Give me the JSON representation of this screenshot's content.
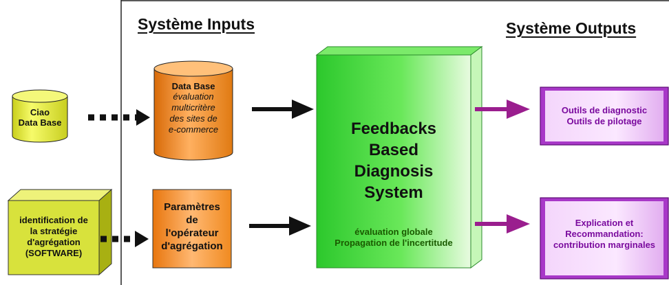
{
  "headings": {
    "inputs": "Système Inputs",
    "outputs": "Système Outputs"
  },
  "nodes": {
    "ciao_db": {
      "lines": [
        "Ciao",
        "Data Base"
      ]
    },
    "data_base": {
      "title": "Data Base",
      "lines": [
        "évaluation",
        "multicritère",
        "des sites de",
        "e-commerce"
      ]
    },
    "software": {
      "lines": [
        "identification de",
        "la stratégie",
        "d'agrégation",
        "(SOFTWARE)"
      ]
    },
    "parametres": {
      "lines": [
        "Paramètres",
        "de",
        "l'opérateur",
        "d'agrégation"
      ]
    },
    "fbds": {
      "lines": [
        "Feedbacks",
        "Based",
        "Diagnosis",
        "System"
      ],
      "sub": [
        "évaluation globale",
        "Propagation de l'incertitude"
      ]
    },
    "outils": {
      "lines": [
        "Outils de diagnostic",
        "Outils de pilotage"
      ]
    },
    "explication": {
      "lines": [
        "Explication et",
        "Recommandation:",
        "contribution marginales"
      ]
    }
  },
  "colors": {
    "cylinder_yellow": "#e8ee3a",
    "cylinder_orange": "#f08a1e",
    "box_orange": "#f29028",
    "cube_yellow": "#d8e23c",
    "fbds_green": "#3cd63c",
    "output_purple": "#a838c8",
    "arrow_purple": "#9a1e8e",
    "arrow_black": "#111111"
  }
}
